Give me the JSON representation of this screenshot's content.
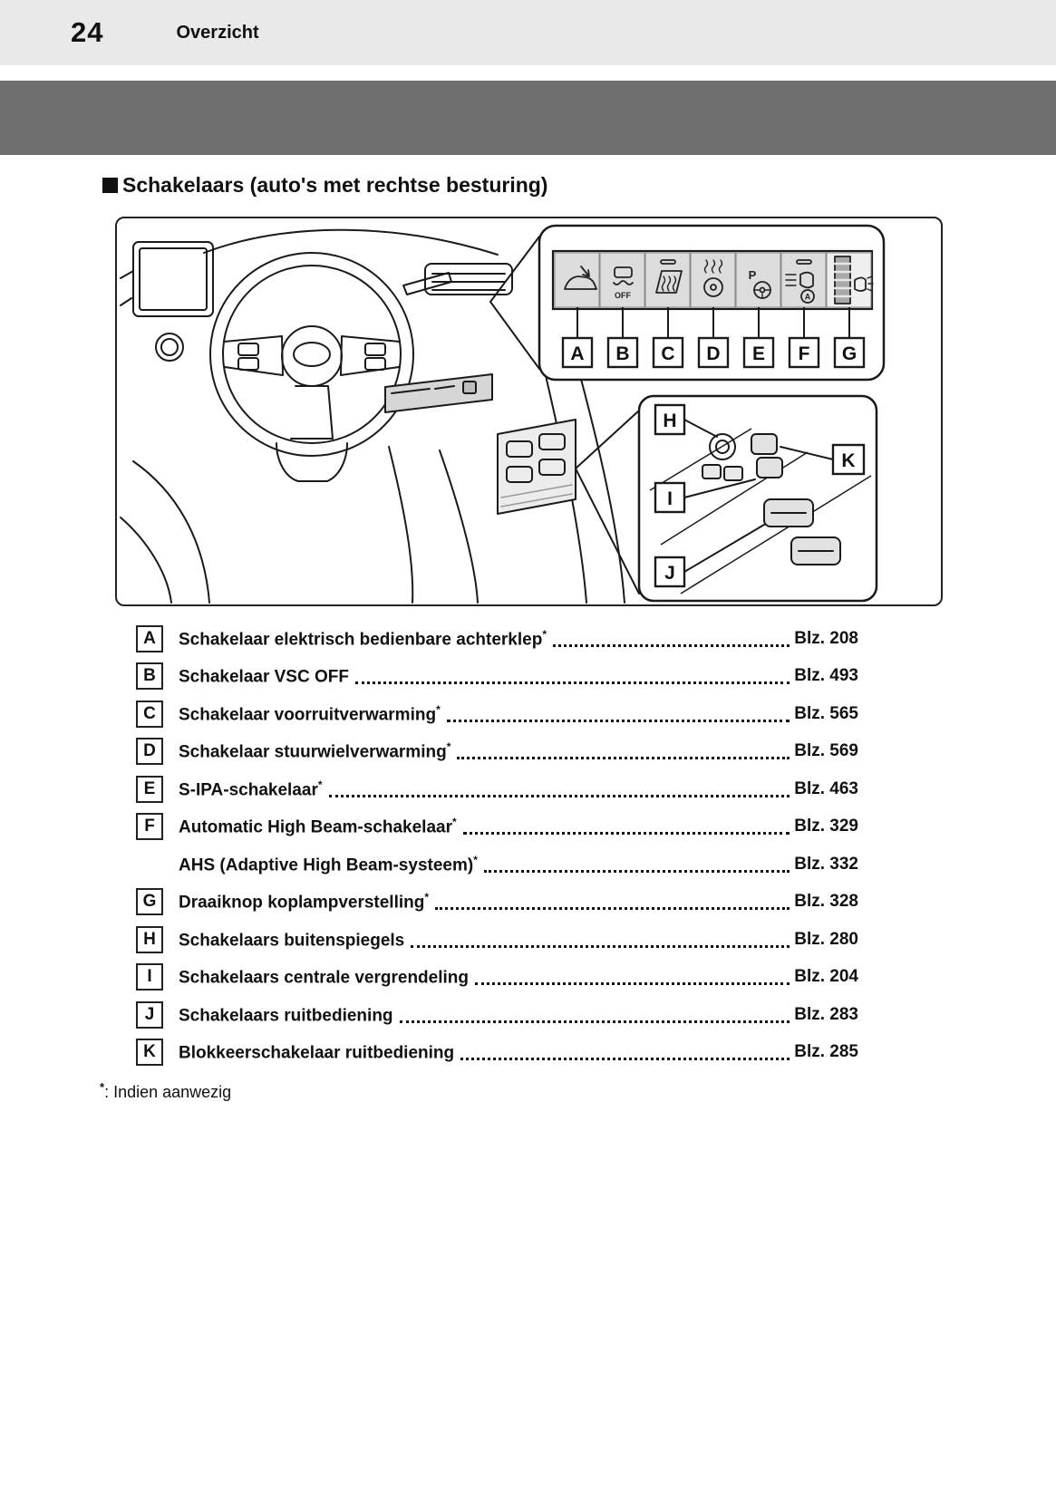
{
  "header": {
    "page_number": "24",
    "section_label": "Overzicht"
  },
  "title": {
    "text": "Schakelaars (auto's met rechtse besturing)"
  },
  "figure": {
    "callouts": [
      "A",
      "B",
      "C",
      "D",
      "E",
      "F",
      "G",
      "H",
      "I",
      "J",
      "K"
    ],
    "switch_icons": [
      "power-back-door-switch-icon",
      "vsc-off-switch-icon",
      "windshield-defroster-switch-icon",
      "steering-wheel-heater-switch-icon",
      "s-ipa-switch-icon",
      "automatic-high-beam-switch-icon",
      "headlight-leveling-dial-icon"
    ],
    "icon_texts": {
      "vsc_off": "OFF",
      "park": "P",
      "auto": "A"
    }
  },
  "list": {
    "rows": [
      {
        "letter": "A",
        "label": "Schakelaar elektrisch bedienbare achterklep",
        "sup": "*",
        "page": "Blz. 208"
      },
      {
        "letter": "B",
        "label": "Schakelaar VSC OFF",
        "sup": "",
        "page": "Blz. 493"
      },
      {
        "letter": "C",
        "label": "Schakelaar voorruitverwarming",
        "sup": "*",
        "page": "Blz. 565"
      },
      {
        "letter": "D",
        "label": "Schakelaar stuurwielverwarming",
        "sup": "*",
        "page": "Blz. 569"
      },
      {
        "letter": "E",
        "label": "S-IPA-schakelaar",
        "sup": "*",
        "page": "Blz. 463"
      },
      {
        "letter": "F",
        "label": "Automatic High Beam-schakelaar",
        "sup": "*",
        "page": "Blz. 329"
      },
      {
        "letter": "",
        "label": "AHS (Adaptive High Beam-systeem)",
        "sup": "*",
        "page": "Blz. 332"
      },
      {
        "letter": "G",
        "label": "Draaiknop koplampverstelling",
        "sup": "*",
        "page": "Blz. 328"
      },
      {
        "letter": "H",
        "label": "Schakelaars buitenspiegels",
        "sup": "",
        "page": "Blz. 280"
      },
      {
        "letter": "I",
        "label": "Schakelaars centrale vergrendeling",
        "sup": "",
        "page": "Blz. 204"
      },
      {
        "letter": "J",
        "label": "Schakelaars ruitbediening",
        "sup": "",
        "page": "Blz. 283"
      },
      {
        "letter": "K",
        "label": "Blokkeerschakelaar ruitbediening",
        "sup": "",
        "page": "Blz. 285"
      }
    ]
  },
  "footnote": {
    "symbol": "*",
    "text": ": Indien aanwezig"
  }
}
